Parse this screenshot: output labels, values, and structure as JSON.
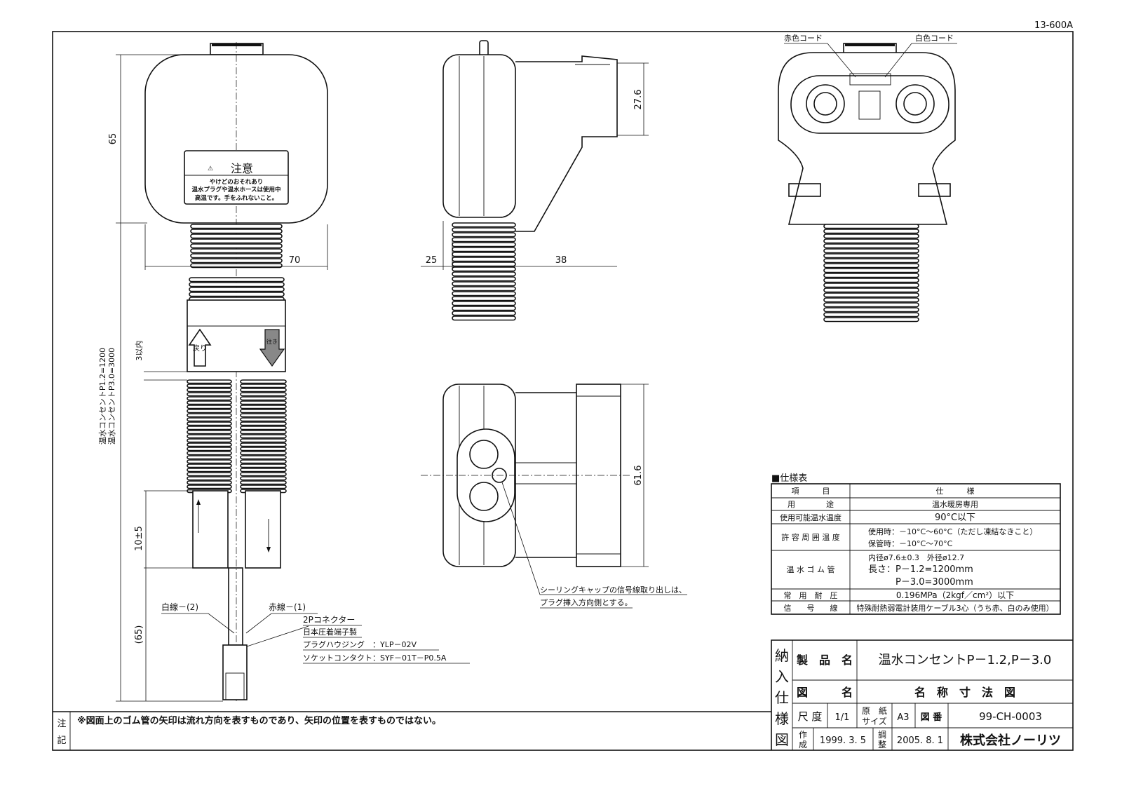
{
  "drawing_code": "13-600A",
  "front_view": {
    "caution_title": "注意",
    "caution_lines": [
      "やけどのおそれあり",
      "温水プラグや温水ホースは使用中",
      "高温です。手をふれないこと。"
    ],
    "arrow_return": "戻り",
    "arrow_out": "往き",
    "dim_height": "65",
    "dim_width": "70",
    "dim_gap": "3以内",
    "dim_tube": "10±5",
    "dim_wire": "(65)",
    "length_lines": [
      "温水コンセントP1.2=1200",
      "温水コンセントP3.0=3000"
    ],
    "white_wire": "白線－(2)",
    "red_wire": "赤線－(1)",
    "connector_lines": [
      "2Pコネクター",
      "日本圧着端子製",
      "プラグハウジング　：YLP－02V",
      "ソケットコンタクト：SYF－01T－P0.5A"
    ]
  },
  "side_view": {
    "dim_a": "25",
    "dim_b": "38",
    "dim_c": "27.6"
  },
  "bottom_view": {
    "dim": "61.6",
    "note_lines": [
      "シーリングキャップの信号線取り出しは、",
      "プラグ挿入方向側とする。"
    ]
  },
  "right_view": {
    "red_cord": "赤色コード",
    "white_cord": "白色コード"
  },
  "spec_table": {
    "title": "■仕様表",
    "header": [
      "項　　　目",
      "仕　　　様"
    ],
    "rows": [
      {
        "item": "用　　　　途",
        "values": [
          "温水暖房専用"
        ]
      },
      {
        "item": "使用可能温水温度",
        "values": [
          "90°C以下"
        ]
      },
      {
        "item": "許 容 周 囲 温 度",
        "values": [
          "使用時：－10°C～60°C（ただし凍結なきこと）",
          "保管時：－10°C～70°C"
        ]
      },
      {
        "item": "温 水 ゴ ム 管",
        "values": [
          "内径ø7.6±0.3　外径ø12.7",
          "長さ：P－1.2=1200mm",
          "　　　P－3.0=3000mm"
        ]
      },
      {
        "item": "常　用　耐　圧",
        "values": [
          "0.196MPa（2kgf／cm²）以下"
        ]
      },
      {
        "item": "信　　号　　線",
        "values": [
          "特殊耐熱弱電計装用ケーブル3心（うち赤、白のみ使用）"
        ]
      }
    ]
  },
  "title_block": {
    "side_label": [
      "納",
      "入",
      "仕",
      "様",
      "図"
    ],
    "product_label": "製　品　名",
    "product_value": "温水コンセントP－1.2,P－3.0",
    "drawing_label": "図　　　名",
    "drawing_value": "名　称　寸　法　図",
    "scale_label": "尺 度",
    "scale_value": "1/1",
    "paper_label": [
      "原　紙",
      "サイズ"
    ],
    "paper_value": "A3",
    "number_label": "図 番",
    "number_value": "99-CH-0003",
    "created_label": [
      "作",
      "成"
    ],
    "created_date": "1999. 3. 5",
    "revised_label": [
      "調",
      "整"
    ],
    "revised_date": "2005. 8. 1",
    "company": "株式会社ノーリツ"
  },
  "notes": {
    "label": [
      "注",
      "記"
    ],
    "text": "※図面上のゴム管の矢印は流れ方向を表すものであり、矢印の位置を表すものではない。"
  }
}
